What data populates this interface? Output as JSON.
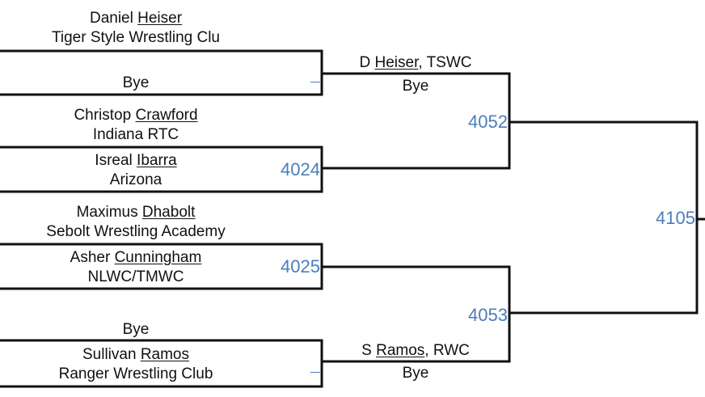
{
  "slots": [
    {
      "first": "Daniel",
      "last": "Heiser",
      "team": "Tiger Style Wrestling Clu"
    },
    {
      "bye": "Bye"
    },
    {
      "first": "Christop",
      "last": "Crawford",
      "team": "Indiana RTC"
    },
    {
      "first": "Isreal",
      "last": "Ibarra",
      "team": "Arizona"
    },
    {
      "first": "Maximus",
      "last": "Dhabolt",
      "team": "Sebolt Wrestling Academy"
    },
    {
      "first": "Asher",
      "last": "Cunningham",
      "team": "NLWC/TMWC"
    },
    {
      "bye": "Bye"
    },
    {
      "first": "Sullivan",
      "last": "Ramos",
      "team": "Ranger Wrestling Club"
    }
  ],
  "round2": [
    {
      "initial": "D",
      "last": "Heiser",
      "team": ", TSWC",
      "below": "Bye"
    },
    {
      "initial": "S",
      "last": "Ramos",
      "team": ", RWC",
      "below": "Bye"
    }
  ],
  "bout_numbers": {
    "b4024": "4024",
    "b4025": "4025",
    "b4052": "4052",
    "b4053": "4053",
    "b4105": "4105"
  },
  "colors": {
    "bout_number": "#4a7ebb",
    "line": "#111111"
  }
}
